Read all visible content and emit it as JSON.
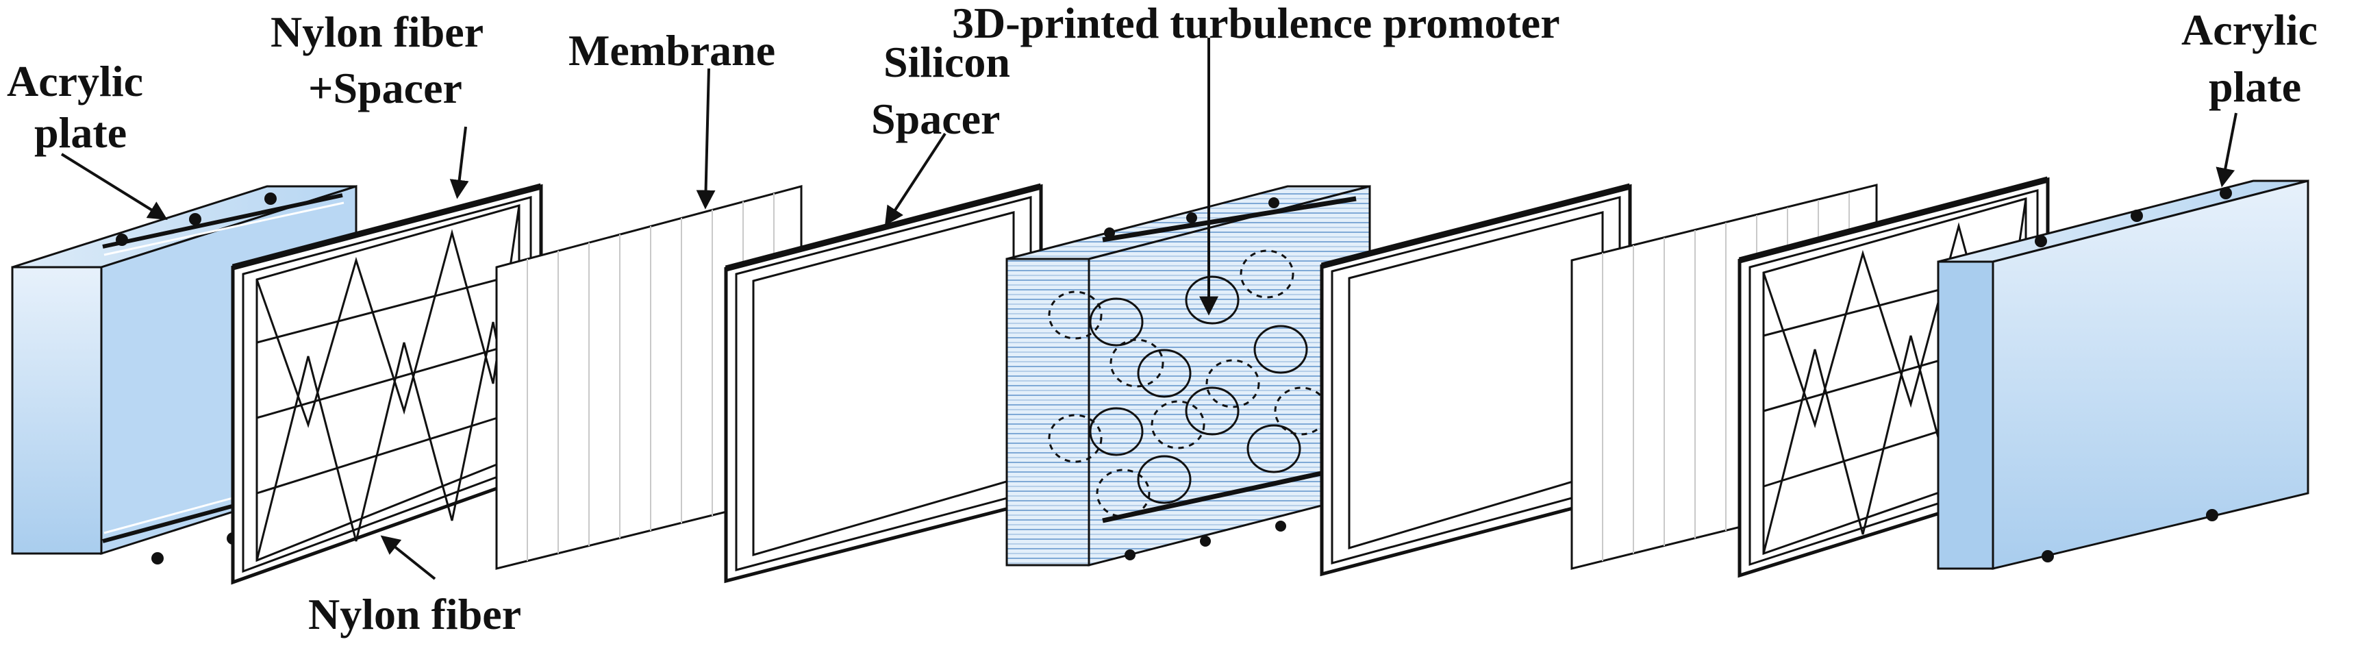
{
  "labels": {
    "acrylic_left_line1": "Acrylic",
    "acrylic_left_line2": "plate",
    "nylon_spacer_line1": "Nylon fiber",
    "nylon_spacer_line2": "+Spacer",
    "membrane": "Membrane",
    "silicon_line1": "Silicon",
    "silicon_line2": "Spacer",
    "promoter": "3D-printed turbulence promoter",
    "acrylic_right_line1": "Acrylic",
    "acrylic_right_line2": "plate",
    "nylon_fiber": "Nylon fiber"
  },
  "colors": {
    "plate_fill": "#c3dcf3",
    "stroke": "#111111",
    "promoter_fill": "#d9e9f7"
  }
}
